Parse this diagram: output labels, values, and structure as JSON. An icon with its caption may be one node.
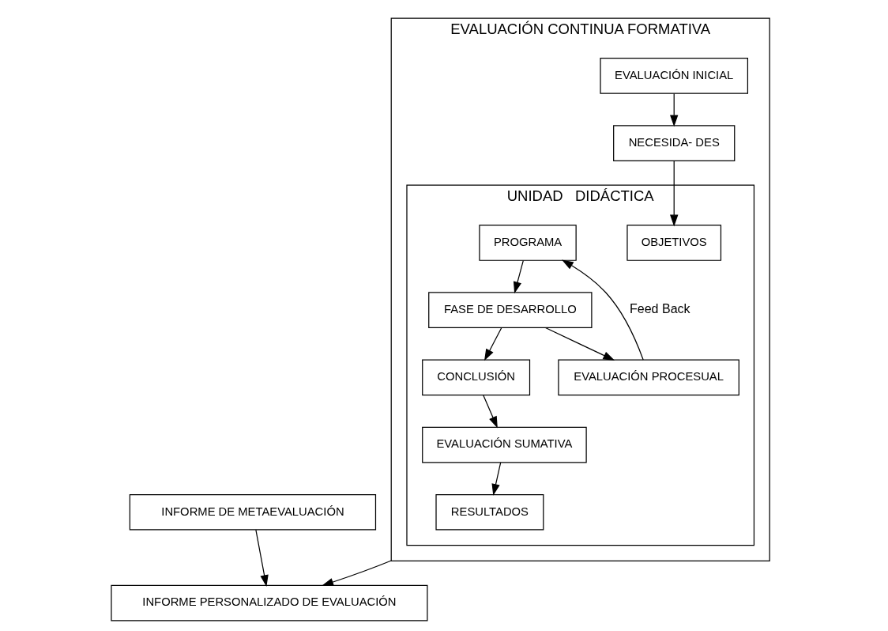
{
  "diagram": {
    "nodes": [
      {
        "text": [
          "EVALUACIÓN CONTINUA FORMATIVA"
        ]
      },
      {
        "text": [
          "UNIDAD   DIDÁCTICA"
        ],
        "in": 0
      },
      {
        "text": [
          "EVALUACIÓN INICIAL"
        ],
        "in": 0
      },
      {
        "text": [
          "NECESIDA- DES"
        ],
        "in": 0
      },
      {
        "text": [
          "OBJETIVOS"
        ],
        "in": 1
      },
      {
        "text": [
          "PROGRAMA"
        ],
        "in": 1
      },
      {
        "text": [
          "FASE DE DESARROLLO"
        ],
        "in": 1
      },
      {
        "text": [
          "CONCLUSIÓN"
        ],
        "in": 1
      },
      {
        "text": [
          "EVALUACIÓN PROCESUAL"
        ],
        "in": 1
      },
      {
        "text": [
          "EVALUACIÓN SUMATIVA"
        ],
        "in": 1
      },
      {
        "text": [
          "RESULTADOS"
        ],
        "in": 1
      },
      {
        "text": [
          "INFORME PERSONALIZADO DE EVALUACIÓN"
        ]
      },
      {
        "text": [
          "INFORME DE METAEVALUACIÓN"
        ]
      }
    ],
    "edges": [
      {
        "from": 2,
        "to": 3,
        "arrow": "to"
      },
      {
        "from": 3,
        "to": 4,
        "arrow": "to"
      },
      {
        "from": 5,
        "to": 6,
        "arrow": "to"
      },
      {
        "from": 6,
        "to": 7,
        "arrow": "to"
      },
      {
        "from": 6,
        "to": 8,
        "arrow": "to"
      },
      {
        "from": 8,
        "to": 5,
        "arrow": "to",
        "label": "Feed Back"
      },
      {
        "from": 7,
        "to": 9,
        "arrow": "to"
      },
      {
        "from": 9,
        "to": 10,
        "arrow": "to"
      },
      {
        "from": 0,
        "to": 11,
        "arrow": "to"
      },
      {
        "from": 12,
        "to": 11,
        "arrow": "to"
      }
    ]
  }
}
